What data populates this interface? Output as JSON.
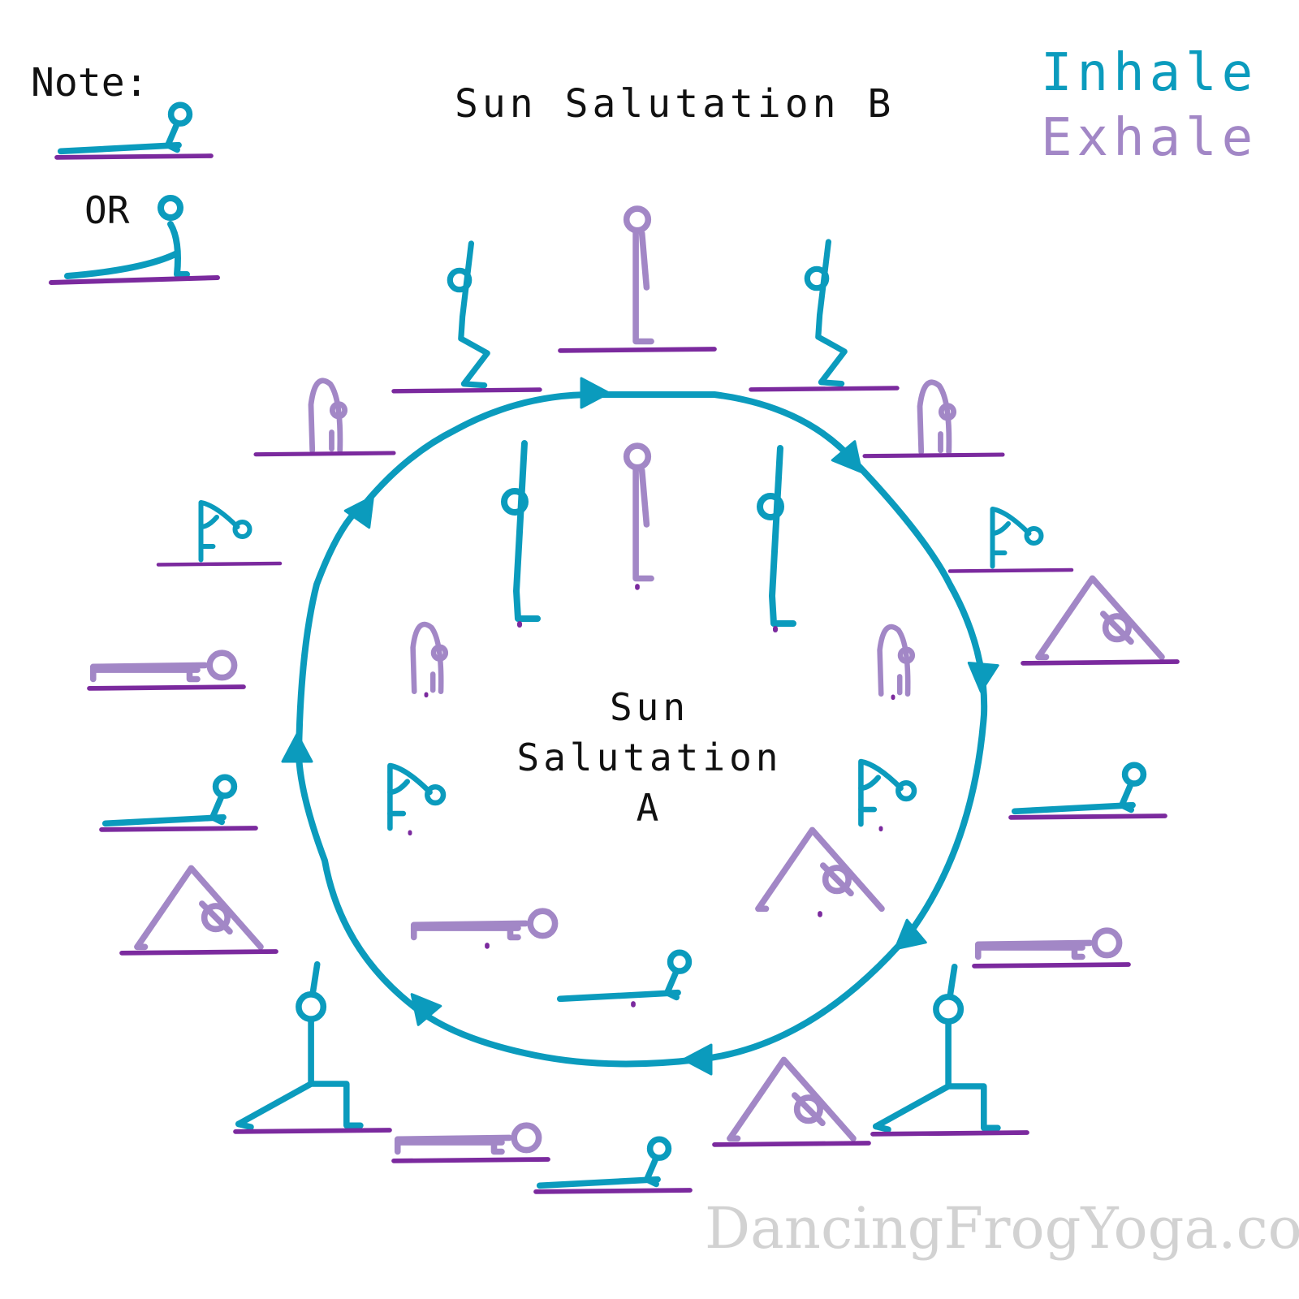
{
  "title": "Sun Salutation B",
  "center_title_lines": [
    "Sun",
    "Salutation",
    "A"
  ],
  "note_label": "Note:",
  "or_label": "OR",
  "legend": [
    {
      "label": "Inhale",
      "color": "#0b9bbd"
    },
    {
      "label": "Exhale",
      "color": "#a287c6"
    }
  ],
  "colors": {
    "inhale": "#0b9bbd",
    "exhale": "#a287c6",
    "mat": "#7b2a9e",
    "watermark": "#d2d2d2"
  },
  "watermark": "DancingFrogYoga.com",
  "outer_sequence": [
    {
      "pose": "standing",
      "breath": "exhale"
    },
    {
      "pose": "chair",
      "breath": "inhale"
    },
    {
      "pose": "forward-fold",
      "breath": "exhale"
    },
    {
      "pose": "half-lift",
      "breath": "inhale"
    },
    {
      "pose": "chaturanga",
      "breath": "exhale"
    },
    {
      "pose": "upward-dog",
      "breath": "inhale"
    },
    {
      "pose": "downward-dog",
      "breath": "exhale"
    },
    {
      "pose": "warrior-1",
      "breath": "inhale"
    },
    {
      "pose": "chaturanga",
      "breath": "exhale"
    },
    {
      "pose": "upward-dog",
      "breath": "inhale"
    },
    {
      "pose": "downward-dog",
      "breath": "exhale"
    },
    {
      "pose": "warrior-1",
      "breath": "inhale"
    },
    {
      "pose": "chaturanga",
      "breath": "exhale"
    },
    {
      "pose": "upward-dog",
      "breath": "inhale"
    },
    {
      "pose": "downward-dog",
      "breath": "exhale"
    },
    {
      "pose": "half-lift",
      "breath": "inhale"
    },
    {
      "pose": "forward-fold",
      "breath": "exhale"
    },
    {
      "pose": "chair",
      "breath": "inhale"
    }
  ],
  "inner_sequence": [
    {
      "pose": "standing",
      "breath": "exhale"
    },
    {
      "pose": "arms-up",
      "breath": "inhale"
    },
    {
      "pose": "forward-fold",
      "breath": "exhale"
    },
    {
      "pose": "half-lift",
      "breath": "inhale"
    },
    {
      "pose": "chaturanga",
      "breath": "exhale"
    },
    {
      "pose": "upward-dog",
      "breath": "inhale"
    },
    {
      "pose": "downward-dog",
      "breath": "exhale"
    },
    {
      "pose": "half-lift",
      "breath": "inhale"
    },
    {
      "pose": "forward-fold",
      "breath": "exhale"
    },
    {
      "pose": "arms-up",
      "breath": "inhale"
    }
  ]
}
